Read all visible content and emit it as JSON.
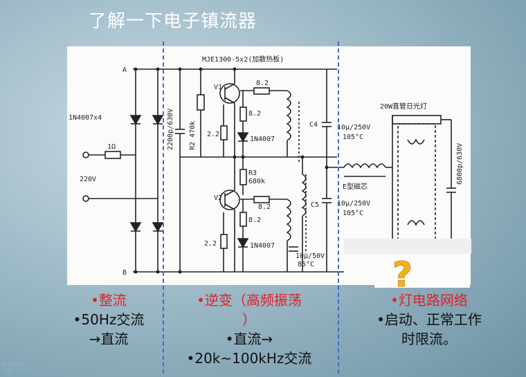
{
  "title": "了解一下电子镇流器",
  "circuit": {
    "top_label": "MJE1300-5x2(加散热板)",
    "node_a": "A",
    "node_b": "B",
    "diodes": "1N4007x4",
    "r_fuse": "1Ω",
    "mains": "220V",
    "cap_in": "2200p/630V",
    "r2": "R2 470k",
    "v1": "V1",
    "v2": "V2",
    "r_82a": "8.2",
    "r_82b": "8.2",
    "r_82c": "8.2",
    "r_82d": "8.2",
    "r_22a": "2.2",
    "r_22b": "2.2",
    "d1": "1N4007",
    "d2": "1N4007",
    "r3": "R3",
    "r3_val": "680k",
    "c4": "C4",
    "c4_val1": "10μ/250V",
    "c4_val2": "105°C",
    "c5": "C5",
    "c5_val1": "10μ/250V",
    "c5_val2": "105°C",
    "c_bottom1": "10μ/50V",
    "c_bottom2": "85°C",
    "core": "E型磁芯",
    "lamp": "20W直管日光灯",
    "lamp_cap": "6800p/630V",
    "qmark": "?"
  },
  "captions": {
    "left": [
      "•整流",
      "•50Hz交流",
      "→直流"
    ],
    "middle": [
      "•逆变（高频振荡",
      "）",
      "•直流→",
      "•20k~100kHz交流"
    ],
    "right": [
      "•灯电路网络",
      "•启动、正常工作",
      "时限流。"
    ]
  },
  "watermark": [
    "电气技术群",
    "了解一下电子"
  ]
}
